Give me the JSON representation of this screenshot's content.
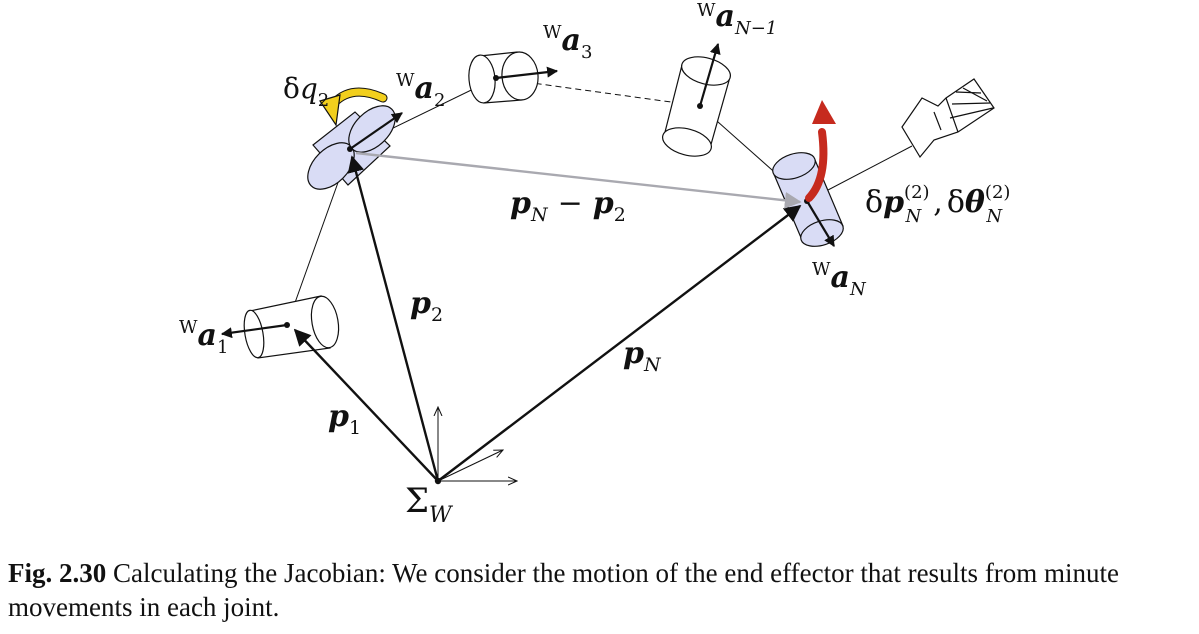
{
  "figure": {
    "caption_label": "Fig. 2.30",
    "caption_text": "Calculating the Jacobian: We consider the motion of the end effector that results from minute movements in each joint."
  },
  "labels": {
    "frame_sigma": "Σ",
    "frame_sub": "W",
    "p1": {
      "base": "p",
      "sub": "1"
    },
    "p2": {
      "base": "p",
      "sub": "2"
    },
    "pN": {
      "base": "p",
      "sub": "N"
    },
    "pN_minus_p2": {
      "a": "p",
      "a_sub": "N",
      "minus": "−",
      "b": "p",
      "b_sub": "2"
    },
    "a1": {
      "sup": "W",
      "base": "a",
      "sub": "1"
    },
    "a2": {
      "sup": "W",
      "base": "a",
      "sub": "2"
    },
    "a3": {
      "sup": "W",
      "base": "a",
      "sub": "3"
    },
    "aN1": {
      "sup": "W",
      "base": "a",
      "sub": "N−1"
    },
    "aN": {
      "sup": "W",
      "base": "a",
      "sub": "N"
    },
    "dq2": {
      "delta": "δ",
      "base": "q",
      "sub": "2"
    },
    "dpN": {
      "delta": "δ",
      "p": "p",
      "p_sub": "N",
      "p_sup": "(2)",
      "comma": ",",
      "delta2": "δ",
      "theta": "θ",
      "t_sub": "N",
      "t_sup": "(2)"
    }
  },
  "colors": {
    "joint_fill": "#d9dcf5",
    "rotation_arrow_q2": "#f2cf1d",
    "rotation_arrow_end": "#c62a1e",
    "difference_vector": "#a9a9b0",
    "vectors": "#111111"
  }
}
